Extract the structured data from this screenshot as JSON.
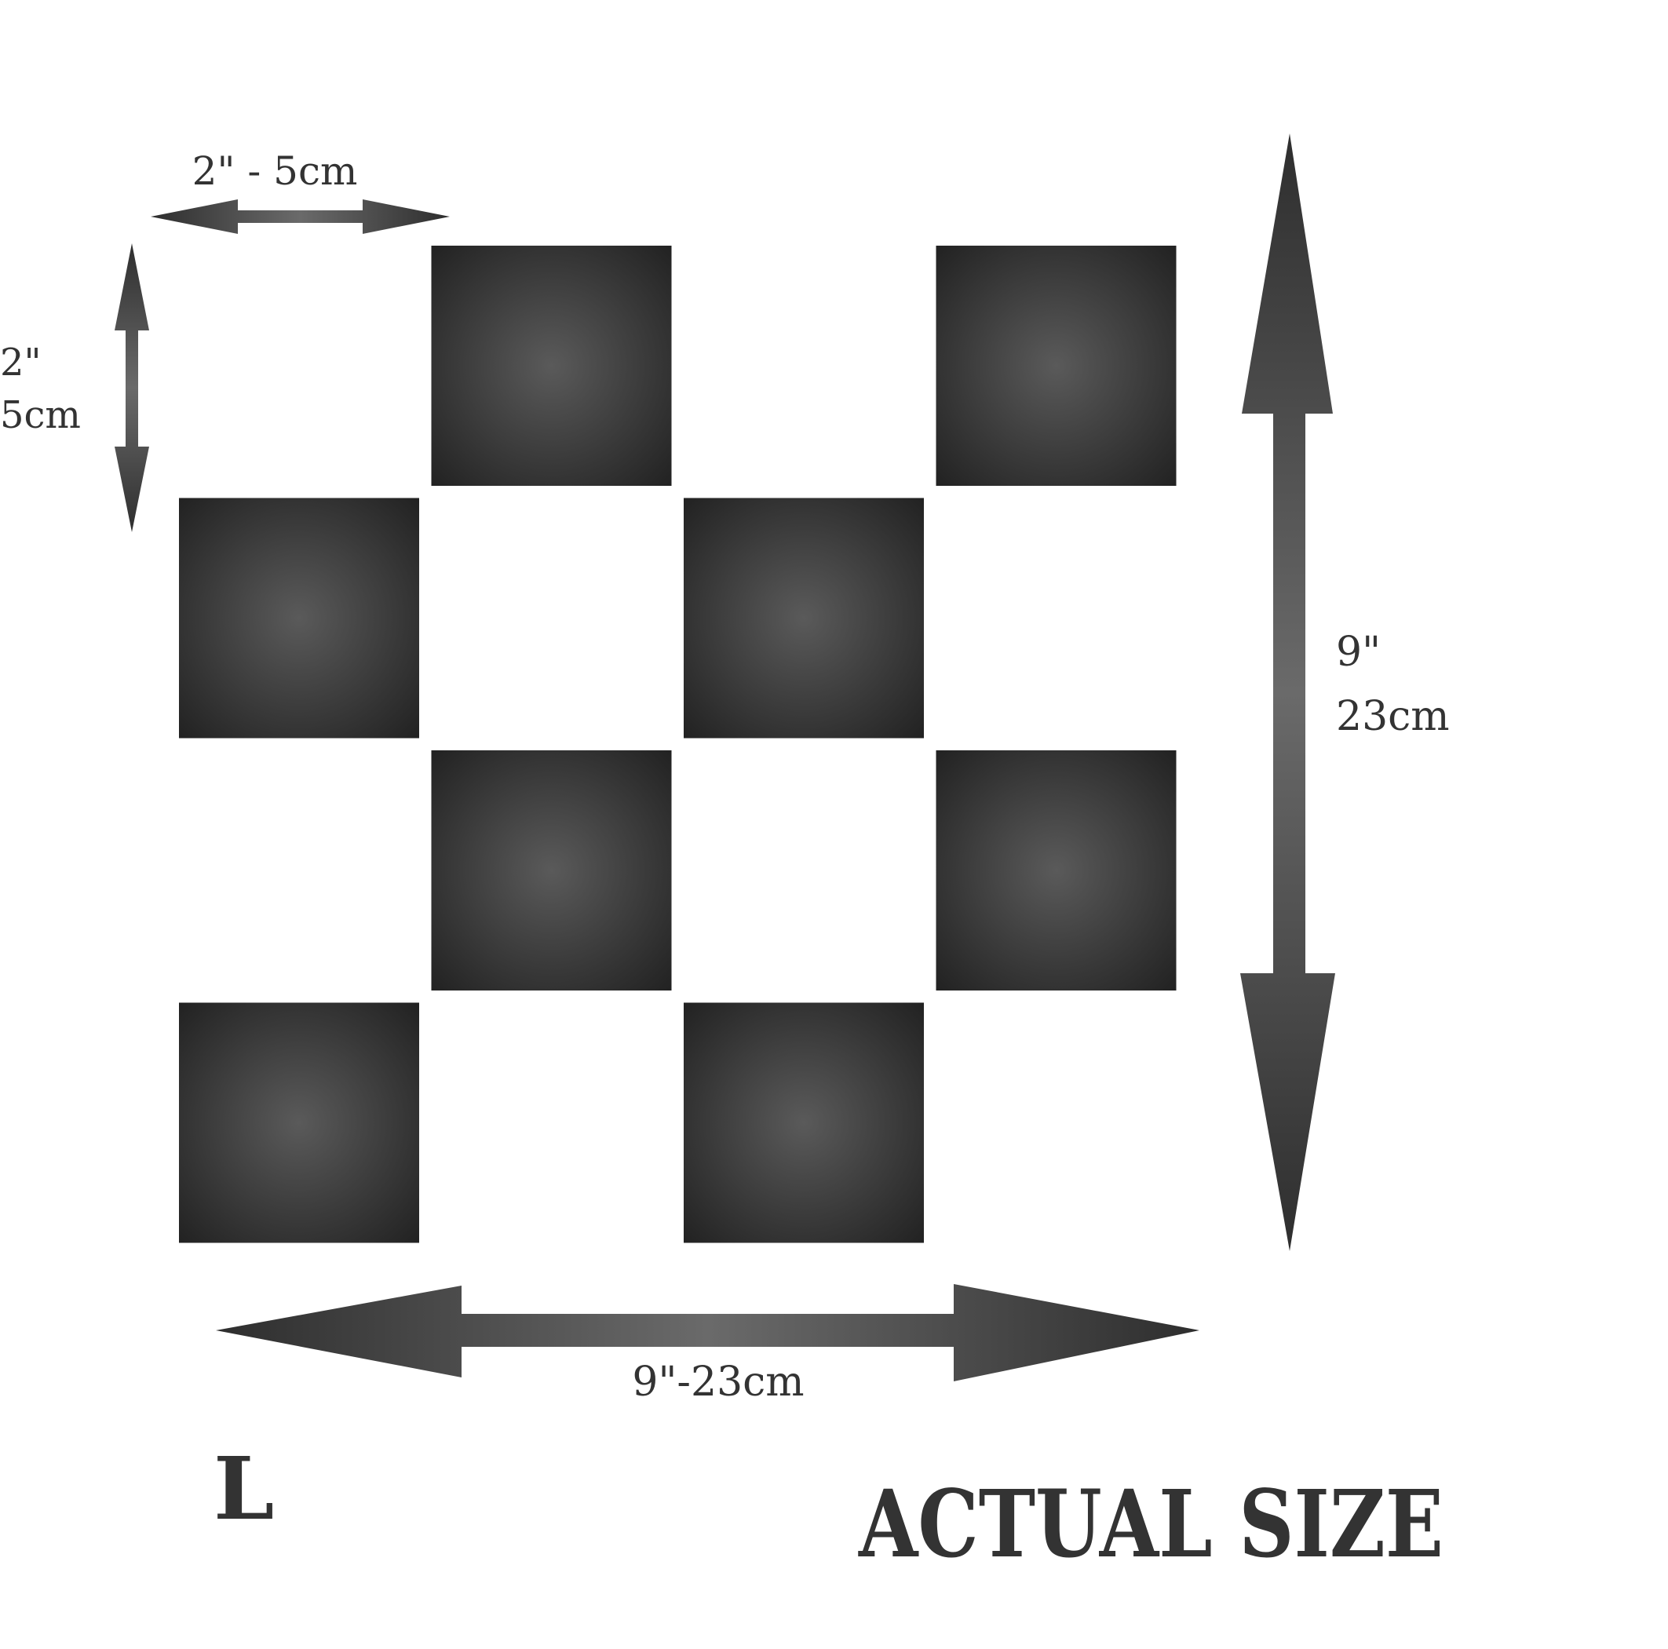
{
  "diagram": {
    "pattern": {
      "grid": {
        "rows": 4,
        "cols": 4
      },
      "filled_cells": [
        {
          "row": 0,
          "col": 1
        },
        {
          "row": 0,
          "col": 3
        },
        {
          "row": 1,
          "col": 0
        },
        {
          "row": 1,
          "col": 2
        },
        {
          "row": 2,
          "col": 1
        },
        {
          "row": 2,
          "col": 3
        },
        {
          "row": 3,
          "col": 0
        },
        {
          "row": 3,
          "col": 2
        }
      ]
    },
    "labels": {
      "tile_width": "2\" - 5cm",
      "tile_height_line1": "2\"",
      "tile_height_line2": "5cm",
      "total_height_line1": "9\"",
      "total_height_line2": "23cm",
      "total_width": "9\"-23cm",
      "size_letter": "L",
      "actual_size": "ACTUAL SIZE"
    },
    "colors": {
      "tile_dark": "#222222",
      "tile_light": "#5a5a5a",
      "arrow_dark": "#2e2e2e",
      "arrow_light": "#6a6a6a",
      "text": "#333333",
      "background": "#ffffff"
    }
  }
}
